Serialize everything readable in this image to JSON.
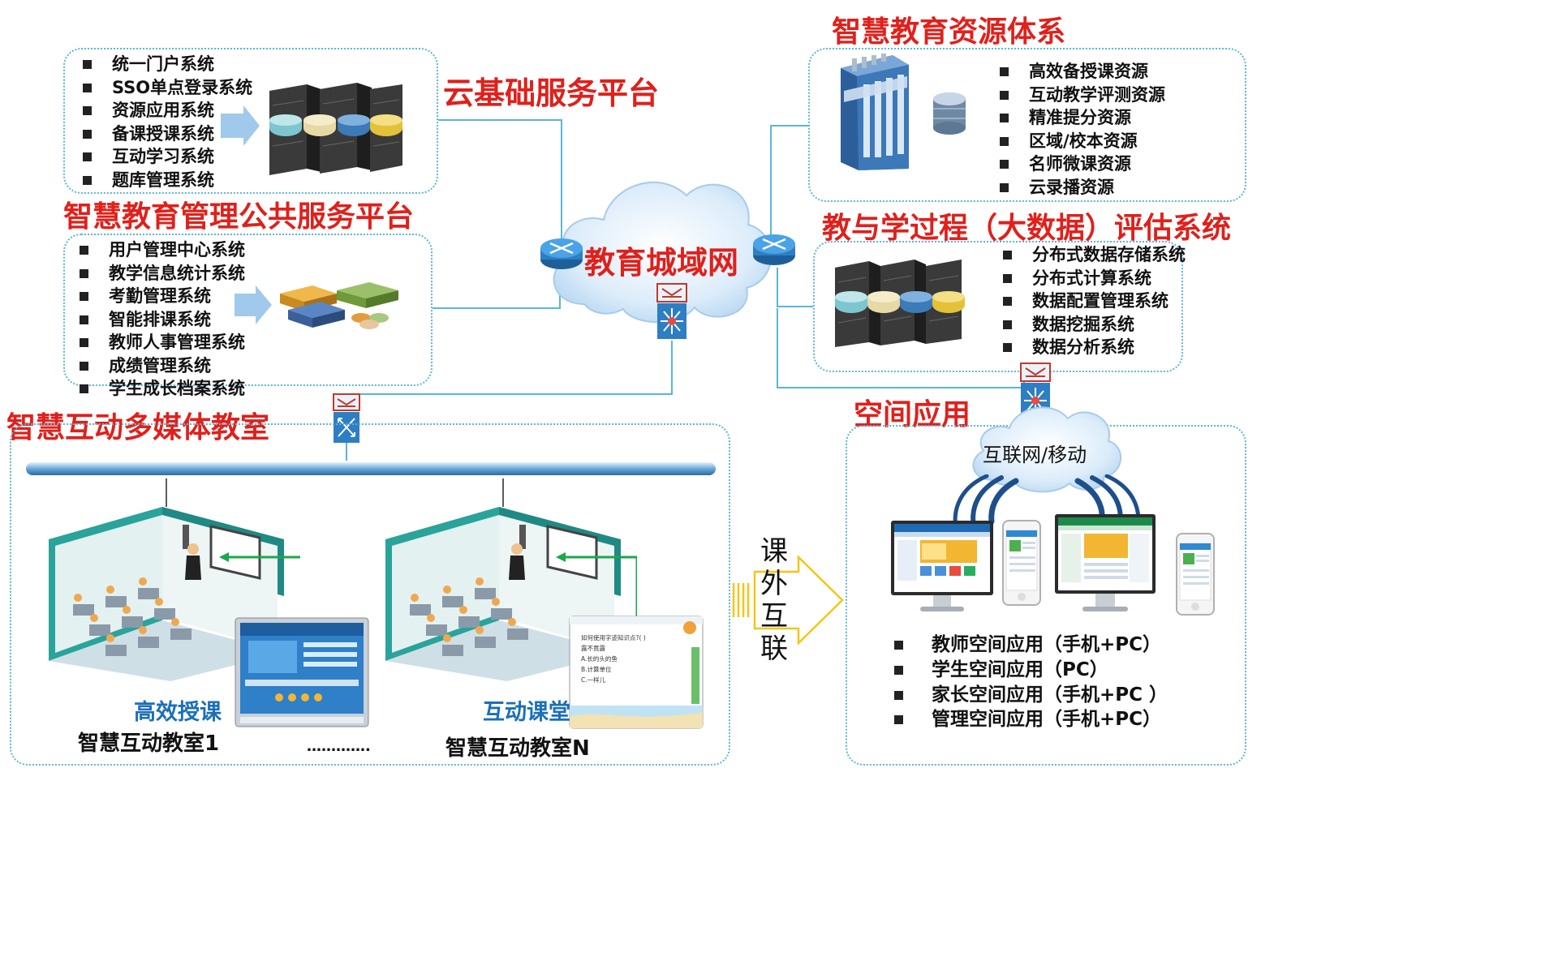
{
  "cloud_platform": {
    "title": "云基础服务平台",
    "items": [
      "统一门户系统",
      "SSO单点登录系统",
      "资源应用系统",
      "备课授课系统",
      "互动学习系统",
      "题库管理系统"
    ]
  },
  "management_platform": {
    "title": "智慧教育管理公共服务平台",
    "items": [
      "用户管理中心系统",
      "教学信息统计系统",
      "考勤管理系统",
      "智能排课系统",
      "教师人事管理系统",
      "成绩管理系统",
      "学生成长档案系统"
    ]
  },
  "resource_system": {
    "title": "智慧教育资源体系",
    "items": [
      "高效备授课资源",
      "互动教学评测资源",
      "精准提分资源",
      "区域/校本资源",
      "名师微课资源",
      "云录播资源"
    ]
  },
  "bigdata_system": {
    "title": "教与学过程（大数据）评估系统",
    "items": [
      "分布式数据存储系统",
      "分布式计算系统",
      "数据配置管理系统",
      "数据挖掘系统",
      "数据分析系统"
    ]
  },
  "center": {
    "label": "教育城域网"
  },
  "classroom": {
    "title": "智慧互动多媒体教室",
    "room1": {
      "caption": "高效授课",
      "name": "智慧互动教室1"
    },
    "room_n": {
      "caption": "互动课堂",
      "name": "智慧互动教室N"
    },
    "ellipsis": "………….",
    "screen2_lines": [
      "如何使用字迹知识点?( )",
      "露不竟露",
      "A.长的头的鱼",
      "B.计算单位",
      "C.一样儿"
    ]
  },
  "interconnect": {
    "chars": [
      "课",
      "外",
      "互",
      "联"
    ]
  },
  "space_apps": {
    "title": "空间应用",
    "cloud_label": "互联网/移动",
    "items": [
      "教师空间应用（手机+PC）",
      "学生空间应用（PC）",
      "家长空间应用（手机+PC ）",
      "管理空间应用（手机+PC）"
    ]
  },
  "colors": {
    "title_red": "#e0201b",
    "caption_blue": "#1b6fb8",
    "line_blue": "#5bb6d6",
    "wall_teal": "#2aa39a",
    "arrow_yellow": "#f5c518"
  }
}
